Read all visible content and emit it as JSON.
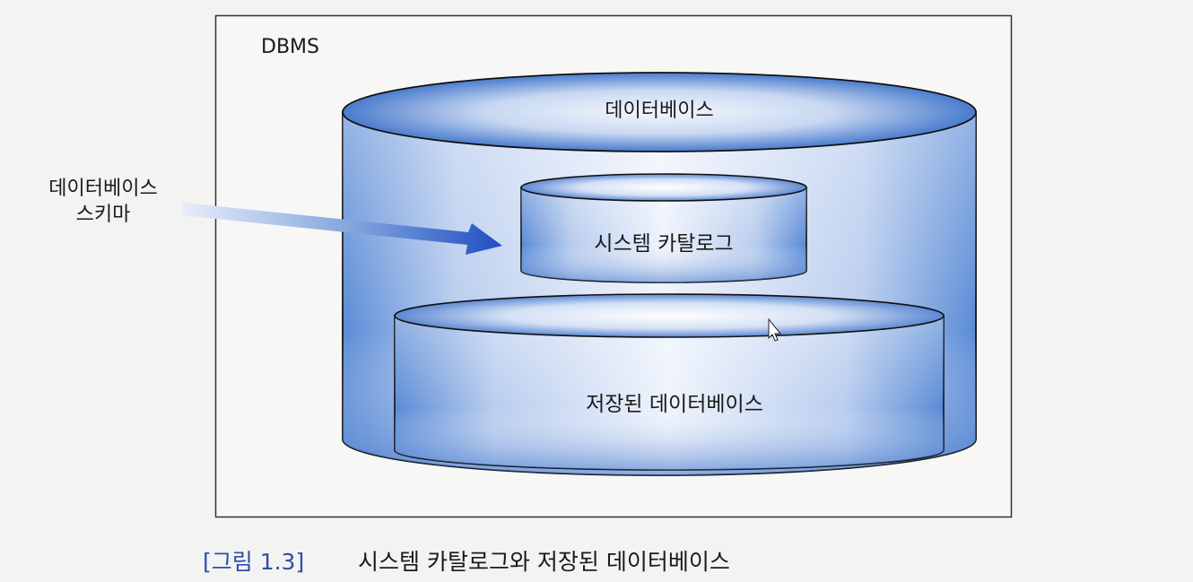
{
  "diagram": {
    "container_label": "DBMS",
    "outer_cylinder_label": "데이터베이스",
    "catalog_label": "시스템 카탈로그",
    "stored_label": "저장된 데이터베이스",
    "schema_label_line1": "데이터베이스",
    "schema_label_line2": "스키마"
  },
  "caption": {
    "number": "[그림 1.3]",
    "text": "시스템 카탈로그와 저장된 데이터베이스"
  },
  "colors": {
    "cylinder_dark": "#3f73c9",
    "cylinder_light": "#e9f0fb",
    "caption_accent": "#2c4fa8"
  }
}
